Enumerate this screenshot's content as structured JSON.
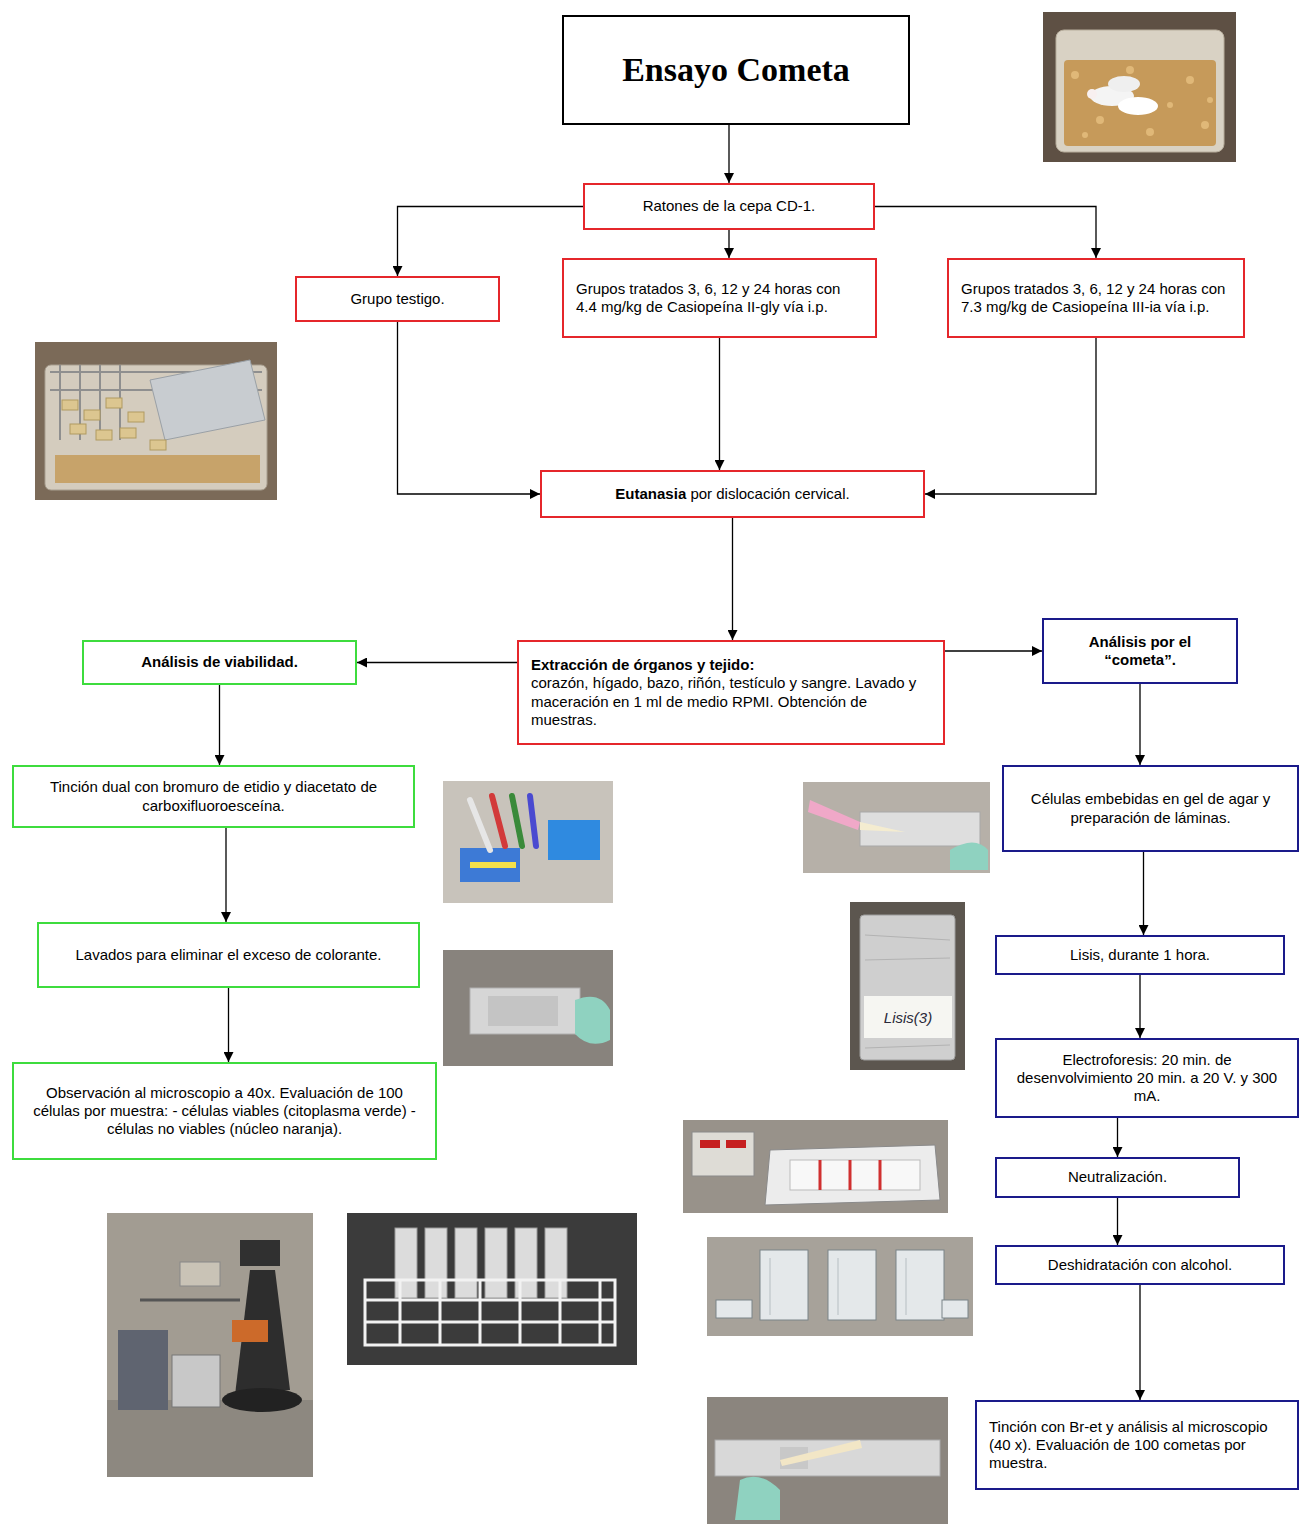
{
  "diagram": {
    "nodes": [
      {
        "text": [
          "Ensayo Cometa"
        ]
      },
      {
        "text": [
          "Ratones de la cepa CD-1."
        ]
      },
      {
        "text": [
          "Grupo testigo."
        ]
      },
      {
        "text": [
          "Grupos tratados 3, 6, 12 y 24 horas con 4.4 mg/kg de Casiopeína II-gly vía i.p."
        ]
      },
      {
        "text": [
          "Grupos tratados 3, 6, 12 y 24 horas con 7.3 mg/kg de Casiopeína III-ia vía i.p."
        ]
      },
      {
        "text": [
          "Eutanasia por dislocación cervical."
        ]
      },
      {
        "text": [
          "Extracción de órganos y tejido:",
          "corazón, hígado, bazo, riñón, testículo y sangre. Lavado y maceración en 1 ml de medio RPMI. Obtención de muestras."
        ]
      },
      {
        "text": [
          "Análisis de viabilidad."
        ]
      },
      {
        "text": [
          "Análisis por el “cometa”."
        ]
      },
      {
        "text": [
          "Tinción dual con bromuro de etidio y diacetato de carboxifluoroesceína."
        ]
      },
      {
        "text": [
          "Lavados para eliminar el exceso de colorante."
        ]
      },
      {
        "text": [
          "Observación al microscopio a 40x. Evaluación de 100 células por muestra: - células viables (citoplasma verde) - células no viables (núcleo naranja)."
        ]
      },
      {
        "text": [
          "Células embebidas en gel de agar y preparación de láminas."
        ]
      },
      {
        "text": [
          "Lisis, durante 1 hora."
        ]
      },
      {
        "text": [
          "Electroforesis: 20 min. de desenvolvimiento 20 min. a 20 V. y 300 mA."
        ]
      },
      {
        "text": [
          "Neutralización."
        ]
      },
      {
        "text": [
          "Deshidratación con alcohol."
        ]
      },
      {
        "text": [
          "Tinción con Br-et y análisis al microscopio (40 x). Evaluación de 100 cometas por muestra."
        ]
      }
    ],
    "edges": [
      {
        "from": 0,
        "to": 1,
        "arrow": "to"
      },
      {
        "from": 1,
        "to": 2,
        "arrow": "to"
      },
      {
        "from": 1,
        "to": 3,
        "arrow": "to"
      },
      {
        "from": 1,
        "to": 4,
        "arrow": "to"
      },
      {
        "from": 2,
        "to": 5,
        "arrow": "to"
      },
      {
        "from": 3,
        "to": 5,
        "arrow": "to"
      },
      {
        "from": 4,
        "to": 5,
        "arrow": "to"
      },
      {
        "from": 5,
        "to": 6,
        "arrow": "to"
      },
      {
        "from": 6,
        "to": 7,
        "arrow": "to"
      },
      {
        "from": 6,
        "to": 8,
        "arrow": "to"
      },
      {
        "from": 7,
        "to": 9,
        "arrow": "to"
      },
      {
        "from": 9,
        "to": 10,
        "arrow": "to"
      },
      {
        "from": 10,
        "to": 11,
        "arrow": "to"
      },
      {
        "from": 8,
        "to": 12,
        "arrow": "to"
      },
      {
        "from": 12,
        "to": 13,
        "arrow": "to"
      },
      {
        "from": 13,
        "to": 14,
        "arrow": "to"
      },
      {
        "from": 14,
        "to": 15,
        "arrow": "to"
      },
      {
        "from": 15,
        "to": 16,
        "arrow": "to"
      },
      {
        "from": 16,
        "to": 17,
        "arrow": "to"
      }
    ],
    "labels": [
      "Lisis(3)"
    ]
  }
}
